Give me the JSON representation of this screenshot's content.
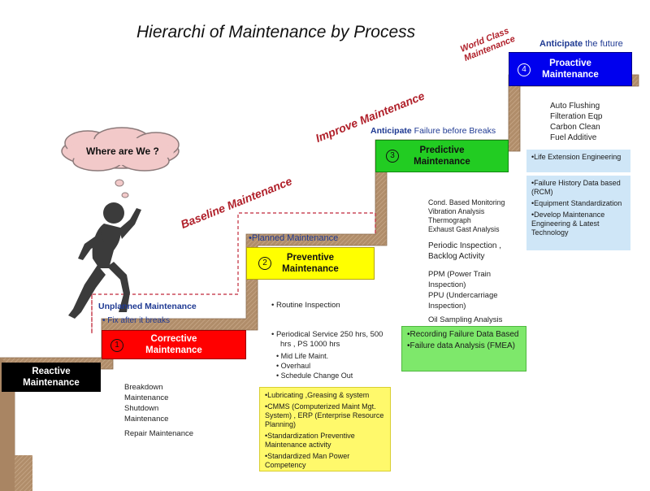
{
  "title": "Hierarchi of Maintenance by Process",
  "thought_bubble": "Where are We ?",
  "phase_labels": {
    "baseline": "Baseline Maintenance",
    "improve": "Improve Maintenance",
    "world_class_1": "World Class",
    "world_class_2": "Maintenance"
  },
  "steps": {
    "reactive": {
      "line1": "Reactive",
      "line2": "Maintenance",
      "color": "#000000"
    },
    "corrective": {
      "number": "1",
      "line1": "Corrective",
      "line2": "Maintenance",
      "color": "#ff0000"
    },
    "preventive": {
      "number": "2",
      "line1": "Preventive",
      "line2": "Maintenance",
      "color": "#ffff00"
    },
    "predictive": {
      "number": "3",
      "line1": "Predictive",
      "line2": "Maintenance",
      "color": "#22cc22"
    },
    "proactive": {
      "number": "4",
      "line1": "Proactive",
      "line2": "Maintenance",
      "color": "#0000ee"
    }
  },
  "step_headers": {
    "unplanned": "Unplanned Maintenance",
    "fix_after": "•  Fix after it breaks",
    "planned": "•Planned  Maintenance",
    "anticipate_failure_bold": "Anticipate",
    "anticipate_failure_rest": " Failure before Breaks",
    "anticipate_future_bold": "Anticipate",
    "anticipate_future_rest": " the future"
  },
  "reactive_items": [
    "Breakdown",
    "Maintenance",
    "Shutdown",
    "Maintenance",
    "Repair Maintenance"
  ],
  "preventive_items": {
    "routine": "•   Routine Inspection",
    "periodical_1": "•   Periodical Service  250 hrs, 500",
    "periodical_2": "hrs , PS 1000 hrs",
    "sub": [
      "•   Mid Life Maint.",
      "•   Overhaul",
      "•   Schedule Change Out"
    ]
  },
  "predictive_items": {
    "monitoring": [
      "Cond. Based Monitoring",
      "Vibration Analysis",
      "Thermograph",
      "Exhaust Gast Analysis"
    ],
    "periodic_1": "Periodic Inspection ,",
    "periodic_2": "Backlog Activity",
    "ppm_1": "PPM (Power Train",
    "ppm_2": "Inspection)",
    "ppu_1": "PPU (Undercarriage",
    "ppu_2": "Inspection)",
    "oil": "Oil Sampling Analysis"
  },
  "proactive_items": [
    "Auto Flushing",
    "Filteration Eqp",
    "Carbon Clean",
    "Fuel Additive"
  ],
  "notes": {
    "yellow": [
      "•Lubricating ,Greasing & system",
      "•CMMS  (Computerized Maint Mgt. System) , ERP (Enterprise Resource Planning)",
      "•Standardization  Preventive Maintenance  activity",
      "•Standardized Man Power Competency"
    ],
    "green": [
      "•Recording Failure Data Based",
      "•Failure data Analysis (FMEA)"
    ],
    "blue_1": [
      "•Life Extension Engineering"
    ],
    "blue_2": [
      "•Failure History Data based (RCM)",
      "•Equipment Standardization",
      "•Develop Maintenance Engineering & Latest Technology"
    ]
  },
  "colors": {
    "stair": "#b08d6a",
    "stair_dark": "#8a6b4e",
    "phase_red": "#b0202a",
    "header_blue": "#1f3a93",
    "note_yellow": "#fff96b",
    "note_green": "#7ee86b",
    "note_blue": "#cfe6f7"
  },
  "icons": {
    "runner": "running-person-silhouette",
    "thought": "thought-cloud"
  }
}
